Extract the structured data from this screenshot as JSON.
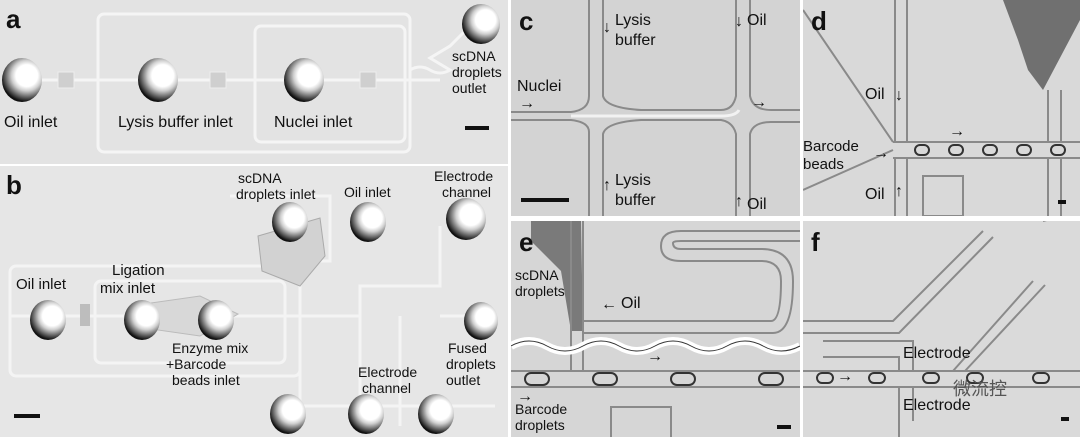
{
  "panels": {
    "a": {
      "label": "a",
      "oil_inlet": "Oil inlet",
      "lysis_inlet": "Lysis buffer inlet",
      "nuclei_inlet": "Nuclei inlet",
      "outlet": [
        "scDNA",
        "droplets",
        "outlet"
      ]
    },
    "b": {
      "label": "b",
      "oil_inlet_left": "Oil inlet",
      "ligation": [
        "Ligation",
        "mix inlet"
      ],
      "enzyme": [
        "Enzyme mix",
        "+Barcode",
        "beads inlet"
      ],
      "scdna_inlet": [
        "scDNA",
        "droplets inlet"
      ],
      "oil_inlet_top": "Oil inlet",
      "electrode_channel_top": [
        "Electrode",
        "channel"
      ],
      "fused_outlet": [
        "Fused",
        "droplets",
        "outlet"
      ],
      "electrode_channel_bottom": [
        "Electrode",
        "channel"
      ]
    },
    "c": {
      "label": "c",
      "lysis_top": [
        "Lysis",
        "buffer"
      ],
      "oil_top": "Oil",
      "nuclei": "Nuclei",
      "lysis_bottom": [
        "Lysis",
        "buffer"
      ],
      "oil_bottom": "Oil"
    },
    "d": {
      "label": "d",
      "oil_top": "Oil",
      "barcode_beads": [
        "Barcode",
        "beads"
      ],
      "oil_bottom": "Oil"
    },
    "e": {
      "label": "e",
      "scdna_droplets": [
        "scDNA",
        "droplets"
      ],
      "oil": "Oil",
      "barcode_droplets": [
        "Barcode",
        "droplets"
      ]
    },
    "f": {
      "label": "f",
      "electrode_top": "Electrode",
      "electrode_bottom": "Electrode",
      "watermark": "微流控"
    }
  },
  "arrows": {
    "down": "↓",
    "up": "↑",
    "right": "→",
    "left": "←"
  }
}
